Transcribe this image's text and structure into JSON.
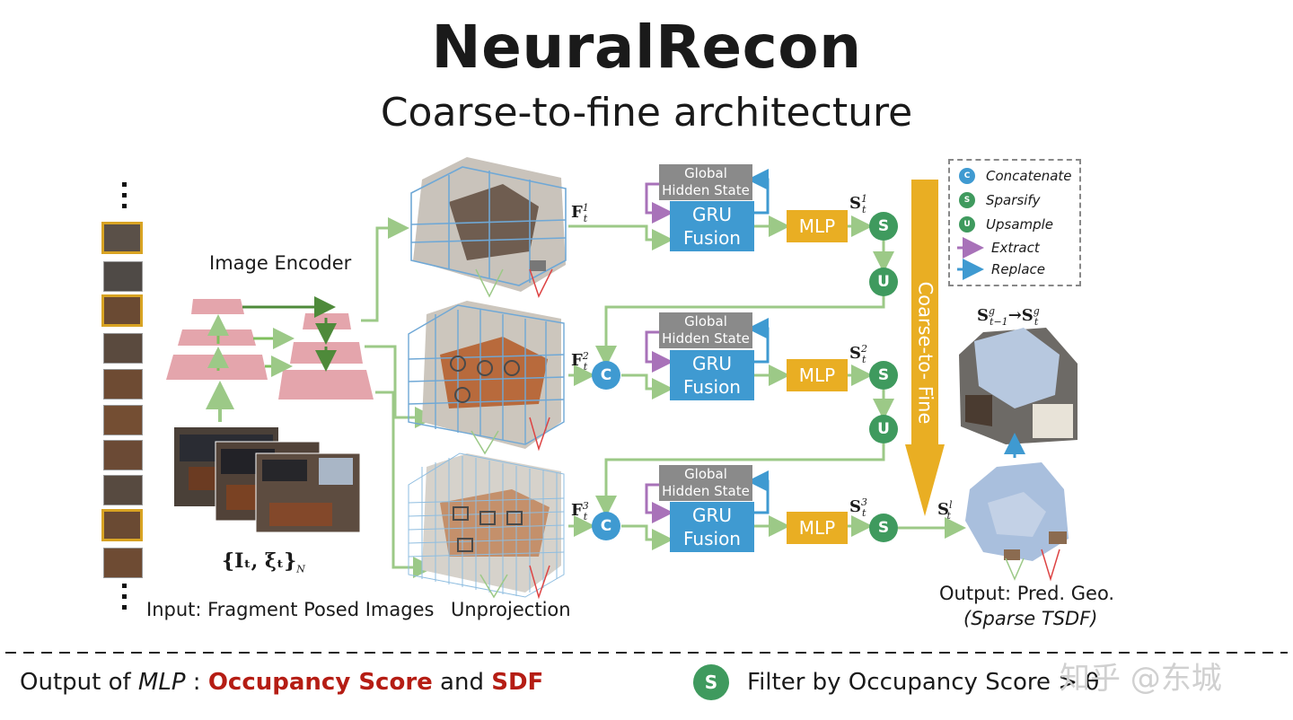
{
  "title": "NeuralRecon",
  "subtitle": "Coarse-to-fine architecture",
  "labels": {
    "image_encoder": "Image Encoder",
    "input_math": "{Iₜ, ξₜ}",
    "input_math_sub": "N",
    "input_caption": "Input: Fragment Posed Images",
    "unprojection": "Unprojection",
    "output_line1": "Output: Pred. Geo.",
    "output_line2": "(Sparse TSDF)",
    "coarse_to_fine": "Coarse-to- Fine"
  },
  "rows": [
    {
      "f_sup": "1",
      "s_sup": "1",
      "ghs": "Global Hidden State",
      "gru": "GRU Fusion",
      "mlp": "MLP"
    },
    {
      "f_sup": "2",
      "s_sup": "2",
      "ghs": "Global Hidden State",
      "gru": "GRU Fusion",
      "mlp": "MLP"
    },
    {
      "f_sup": "3",
      "s_sup": "3",
      "ghs": "Global Hidden State",
      "gru": "GRU Fusion",
      "mlp": "MLP"
    }
  ],
  "math": {
    "F": "F",
    "S": "S",
    "t": "t",
    "l": "l",
    "g": "g",
    "tm1": "t−1"
  },
  "circles": {
    "C": "C",
    "S": "S",
    "U": "U"
  },
  "legend": [
    {
      "icon": "C",
      "label": "Concatenate",
      "color": "#3f9ad1"
    },
    {
      "icon": "S",
      "label": "Sparsify",
      "color": "#3f9a5e"
    },
    {
      "icon": "U",
      "label": "Upsample",
      "color": "#3f9a5e"
    },
    {
      "label": "Extract",
      "color": "#a872b9"
    },
    {
      "label": "Replace",
      "color": "#3f9ad1"
    }
  ],
  "bottom": {
    "prefix": "Output of ",
    "mlp": "MLP",
    "colon": " : ",
    "occ": "Occupancy Score",
    "and": " and ",
    "sdf": "SDF",
    "filter": "Filter by Occupancy Score > θ"
  },
  "watermark": "知乎 @东城",
  "colors": {
    "green_arrow": "#9cc987",
    "purple_arrow": "#a872b9",
    "blue_arrow": "#3f9ad1",
    "encoder_pink": "#e4a5ac",
    "gold": "#e9ae23"
  }
}
